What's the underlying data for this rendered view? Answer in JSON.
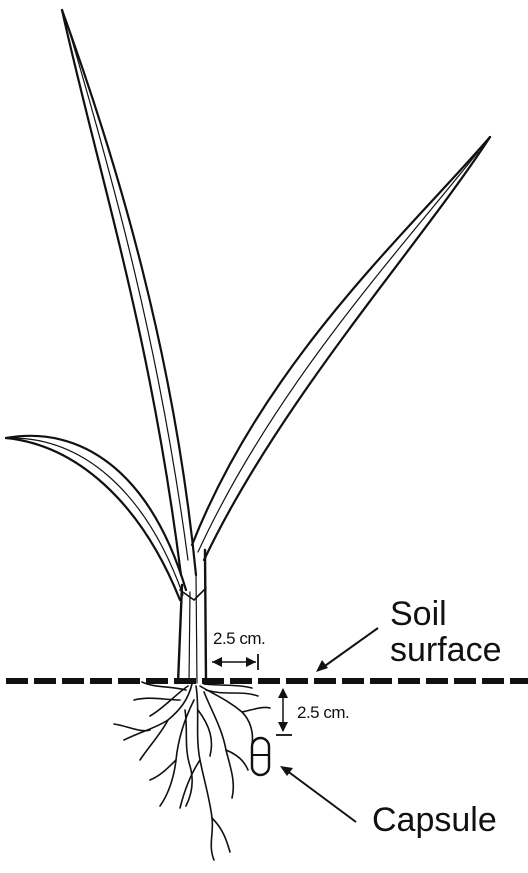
{
  "labels": {
    "soil_surface_line1": "Soil",
    "soil_surface_line2": "surface",
    "capsule": "Capsule",
    "horizontal_distance": "2.5 cm.",
    "depth_distance": "2.5 cm."
  },
  "colors": {
    "ink": "#111111",
    "background": "#ffffff"
  }
}
